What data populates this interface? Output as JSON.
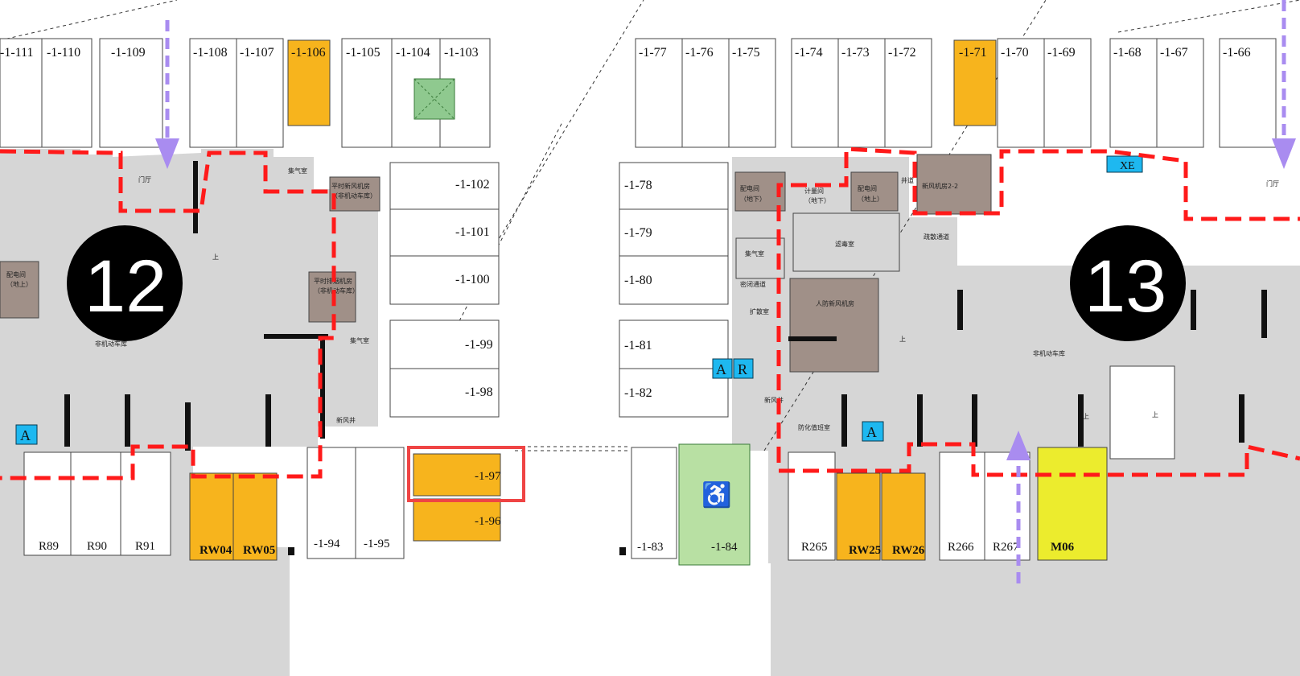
{
  "colors": {
    "background": "#ffffff",
    "area_fill": "#d6d6d6",
    "highlight_spot": "#f7b41d",
    "green_spot": "#8fc98f",
    "accessible_spot": "#b8e0a3",
    "yellow_spot": "#ecec2d",
    "equipment_room": "#a09088",
    "route_red": "#ff1a1a",
    "entrance_arrow": "#a98cf0",
    "selected_frame": "#ef4444",
    "marker_blue": "#1eb8f0"
  },
  "zones": [
    {
      "id": "zone-12",
      "label": "12"
    },
    {
      "id": "zone-13",
      "label": "13"
    }
  ],
  "spots": {
    "top_left": [
      "-1-111",
      "-1-110",
      "-1-109",
      "-1-108",
      "-1-107",
      "-1-106",
      "-1-105",
      "-1-104",
      "-1-103"
    ],
    "right_column_left": [
      "-1-102",
      "-1-101",
      "-1-100",
      "-1-99",
      "-1-98"
    ],
    "bottom_left": [
      "R89",
      "R90",
      "R91",
      "RW04",
      "RW05",
      "-1-94",
      "-1-95",
      "-1-97",
      "-1-96"
    ],
    "top_right": [
      "-1-77",
      "-1-76",
      "-1-75",
      "-1-74",
      "-1-73",
      "-1-72",
      "-1-71",
      "-1-70",
      "-1-69",
      "-1-68",
      "-1-67",
      "-1-66"
    ],
    "left_column_right": [
      "-1-78",
      "-1-79",
      "-1-80",
      "-1-81",
      "-1-82"
    ],
    "bottom_right": [
      "-1-83",
      "-1-84",
      "R265",
      "RW25",
      "RW26",
      "R266",
      "R267",
      "M06"
    ]
  },
  "selected_spot": "-1-97",
  "rooms": {
    "lobby_left": "门厅",
    "lobby_right": "门厅",
    "gas_left": "集气室",
    "smoke_fan_left": "平时新风机房",
    "smoke_fan_left_sub": "（非机动车库）",
    "exhaust_left": "平时排烟机房",
    "exhaust_left_sub": "（非机动车库）",
    "gas_left2": "集气室",
    "power_left": "配电间",
    "power_left_sub": "（地上）",
    "bike_left": "非机动车库",
    "pump_left": "新风井",
    "power_r1": "配电间",
    "power_r1_sub": "（地下）",
    "meter_r": "计量间",
    "meter_r_sub": "（地下）",
    "power_r2": "配电间",
    "power_r2_sub": "（地上）",
    "shaft_r": "井道",
    "equip_r": "新风机房2-2",
    "gas_r": "集气室",
    "corridor_r": "疏散通道",
    "filter_r": "滤毒室",
    "seal_r": "密闭通道",
    "expansion_r": "扩散室",
    "clean_air_r": "人防新风机房",
    "fresh_shaft_r": "新风井",
    "protect_r": "防化值班室",
    "bike_right": "非机动车库",
    "up": "上",
    "letter_a": "A",
    "letter_r": "R",
    "letter_xe": "XE"
  }
}
